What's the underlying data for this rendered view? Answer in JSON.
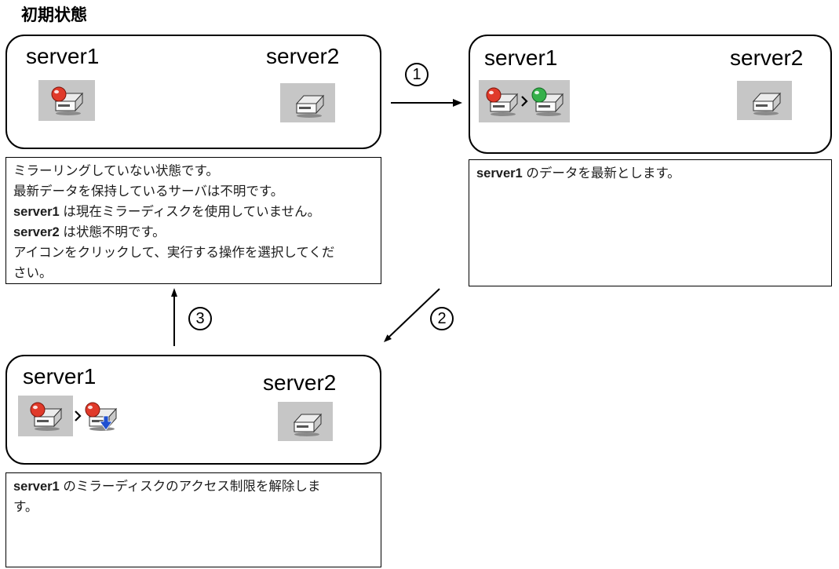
{
  "title": "初期状態",
  "colors": {
    "mirror_red": "#e03a2a",
    "mirror_green": "#35b04a",
    "restrict_blue": "#2050d0",
    "icon_panel_gray": "#c6c6c6"
  },
  "flow": {
    "step1": {
      "label": "1"
    },
    "step2": {
      "label": "2"
    },
    "step3": {
      "label": "3"
    }
  },
  "boxes": {
    "initial": {
      "server1_label": "server1",
      "server2_label": "server2",
      "server1_icon": "mirror-disk-red-icon",
      "server2_icon": "mirror-disk-gray-icon",
      "desc_lines": [
        "ミラーリングしていない状態です。",
        "最新データを保持しているサーバは不明です。",
        "server1 は現在ミラーディスクを使用していません。",
        "server2 は状態不明です。",
        "アイコンをクリックして、実行する操作を選択してくだ",
        "さい。"
      ]
    },
    "make_latest": {
      "server1_label": "server1",
      "server2_label": "server2",
      "server1_icon": "mirror-disk-red-to-green-icon",
      "server2_icon": "mirror-disk-gray-icon",
      "desc_lines": [
        "server1 のデータを最新とします。"
      ]
    },
    "unlock_access": {
      "server1_label": "server1",
      "server2_label": "server2",
      "server1_icon": "mirror-disk-red-to-red-restricted-icon",
      "server2_icon": "mirror-disk-gray-icon",
      "desc_lines": [
        "server1 のミラーディスクのアクセス制限を解除しま",
        "す。"
      ]
    }
  }
}
